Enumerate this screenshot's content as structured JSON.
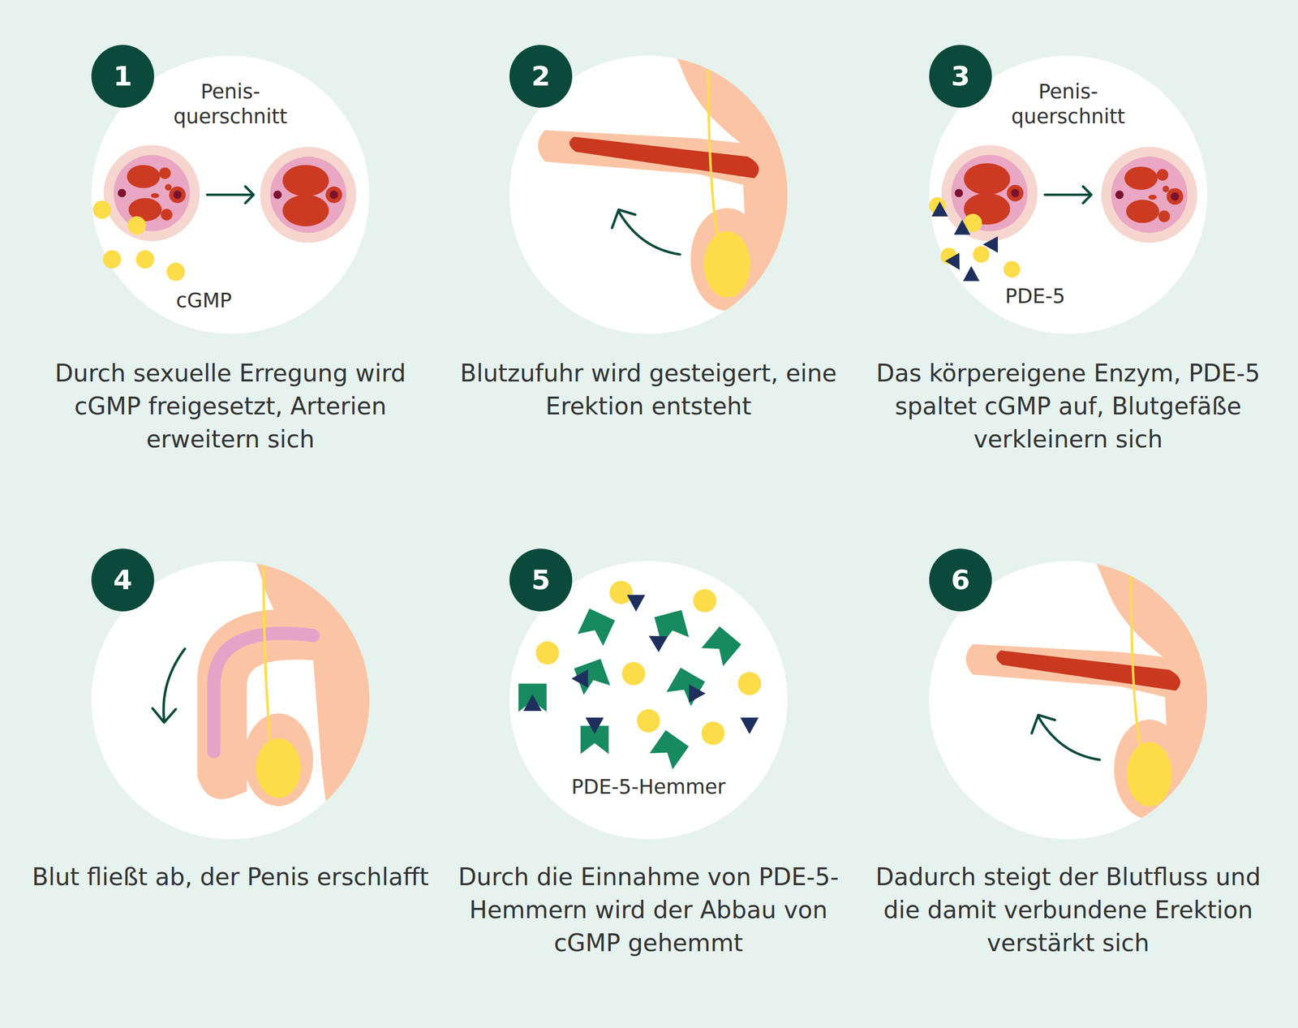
{
  "diagram": {
    "nodes": [
      {
        "text": [
          "1"
        ]
      },
      {
        "text": [
          "Penis- querschnitt",
          "cGMP"
        ]
      },
      {
        "text": [
          "2"
        ]
      },
      {
        "text": [
          "3"
        ]
      },
      {
        "text": [
          "Penis- querschnitt",
          "PDE-5"
        ]
      },
      {
        "text": [
          "4"
        ]
      },
      {
        "text": [
          "5"
        ]
      },
      {
        "text": [
          "PDE-5-Hemmer"
        ]
      },
      {
        "text": [
          "6"
        ]
      }
    ],
    "labels": [
      "Durch sexuelle Erregung wird cGMP freigesetzt, Arterien erweitern sich",
      "Blutzufuhr wird gesteigert, eine Erektion entsteht",
      "Das körpereigene Enzym, PDE-5 spaltet cGMP auf, Blutgefäße verkleinern sich",
      "Blut fließt ab, der Penis erschlafft",
      "Durch die Einnahme von PDE-5-Hemmern wird der Abbau von cGMP gehemmt",
      "Dadurch steigt der Blutfluss und die damit verbundene Erektion verstärkt sich"
    ]
  }
}
